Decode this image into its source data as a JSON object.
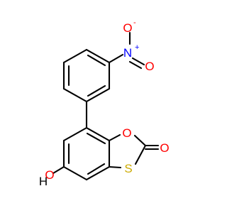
{
  "molecule": {
    "atoms": {
      "O_minus": {
        "symbol": "O",
        "charge": "-",
        "color": "#ff0000"
      },
      "N_plus": {
        "symbol": "N",
        "charge": "+",
        "color": "#0000ff"
      },
      "O_nitro": {
        "symbol": "O",
        "color": "#ff0000"
      },
      "O_ring": {
        "symbol": "O",
        "color": "#ff0000"
      },
      "O_carbonyl": {
        "symbol": "O",
        "color": "#ff0000"
      },
      "S_ring": {
        "symbol": "S",
        "color": "#ccaa00"
      },
      "OH": {
        "symbol": "H",
        "color": "#000000"
      },
      "O_hydroxyl": {
        "symbol": "O",
        "color": "#ff0000"
      }
    },
    "bond_color": "#000000"
  }
}
